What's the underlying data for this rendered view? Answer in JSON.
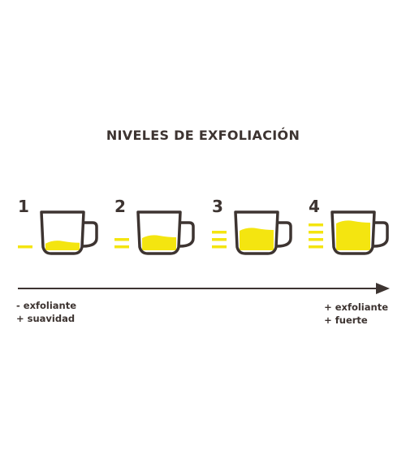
{
  "title": "NIVELES DE EXFOLIACIÓN",
  "levels": [
    {
      "number": "1",
      "marks": 1,
      "fill": 0.25
    },
    {
      "number": "2",
      "marks": 2,
      "fill": 0.4
    },
    {
      "number": "3",
      "marks": 3,
      "fill": 0.6
    },
    {
      "number": "4",
      "marks": 4,
      "fill": 0.8
    }
  ],
  "scale": {
    "left": {
      "line1": "- exfoliante",
      "line2": "+ suavidad"
    },
    "right": {
      "line1": "+ exfoliante",
      "line2": "+ fuerte"
    }
  },
  "colors": {
    "ink": "#3d3431",
    "accent": "#f4e510"
  }
}
